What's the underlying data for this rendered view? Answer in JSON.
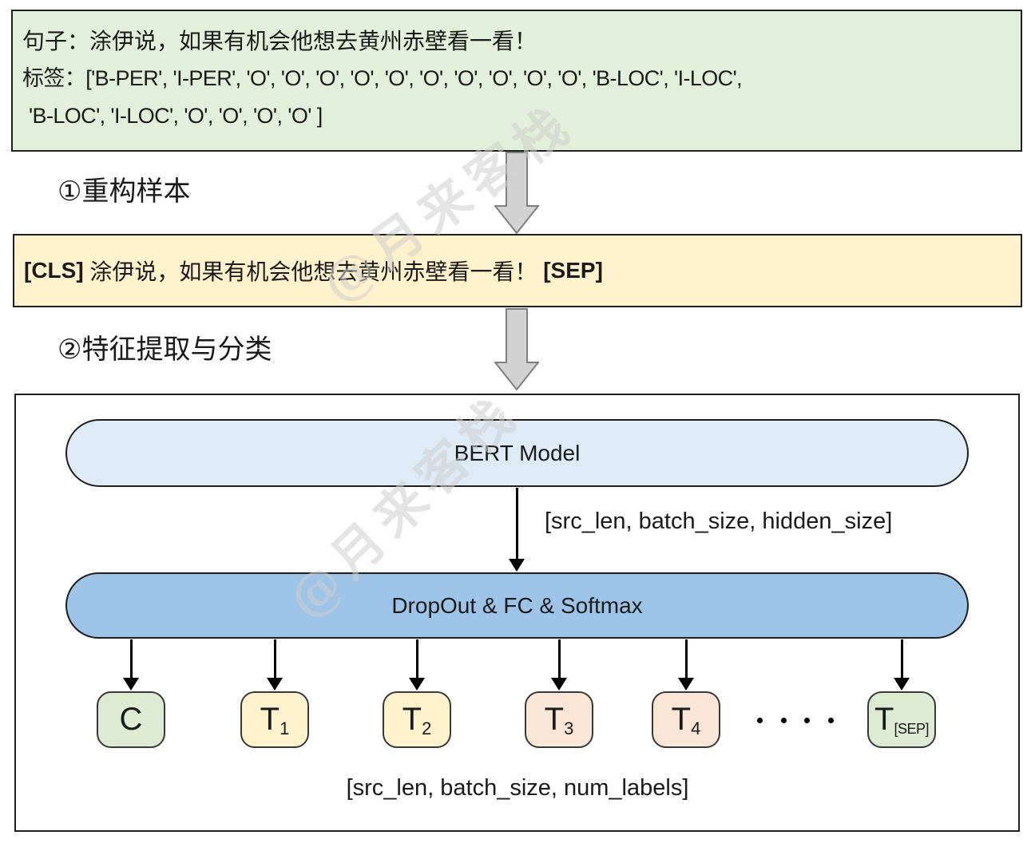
{
  "sample_box": {
    "sentence_line": "句子：涂伊说，如果有机会他想去黄州赤壁看一看！",
    "tags_line1": "标签：['B-PER', 'I-PER', 'O', 'O', 'O', 'O', 'O', 'O', 'O', 'O', 'O', 'O', 'B-LOC', 'I-LOC',",
    "tags_line2": "'B-LOC', 'I-LOC', 'O', 'O', 'O', 'O' ]"
  },
  "steps": {
    "step1": "①重构样本",
    "step2": "②特征提取与分类"
  },
  "input_box": {
    "cls": "[CLS]",
    "text": " 涂伊说，如果有机会他想去黄州赤壁看一看！ ",
    "sep": "[SEP]"
  },
  "model": {
    "bert_label": "BERT Model",
    "hidden_shape": "[src_len, batch_size, hidden_size]",
    "classifier_label": "DropOut & FC & Softmax",
    "output_shape": "[src_len, batch_size, num_labels]"
  },
  "tokens": [
    {
      "main": "C",
      "sub": ""
    },
    {
      "main": "T",
      "sub": "1"
    },
    {
      "main": "T",
      "sub": "2"
    },
    {
      "main": "T",
      "sub": "3"
    },
    {
      "main": "T",
      "sub": "4"
    },
    {
      "main": "T",
      "sub": "[SEP]"
    }
  ],
  "watermark": "@月来客栈",
  "colors": {
    "sample_box_bg": "#E2EFDA",
    "input_box_bg": "#FFF2CC",
    "bert_pill_bg": "#DEEAF6",
    "classifier_pill_bg": "#9DC3E6",
    "token_green": "#DDEBD2",
    "token_yellow": "#FFF2CC",
    "token_peach": "#FBE5D6",
    "block_arrow_fill": "#D2D2D2",
    "block_arrow_stroke": "#7f7f7f",
    "watermark_color": "#CDCDCD"
  }
}
